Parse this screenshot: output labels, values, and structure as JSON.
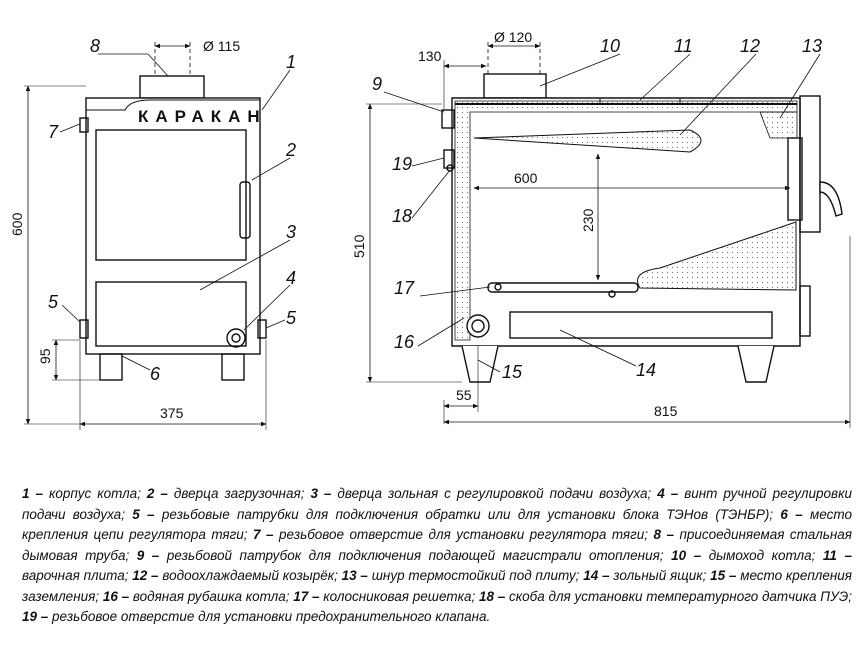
{
  "front": {
    "brand": "КАРАКАН",
    "chimney_diameter": "Ø 115",
    "width": "375",
    "height": "600",
    "leg_height": "95",
    "labels": [
      "8",
      "1",
      "7",
      "2",
      "3",
      "4",
      "5",
      "5",
      "6"
    ]
  },
  "side": {
    "chimney_diameter": "Ø 120",
    "offset_top": "130",
    "firebox_length": "600",
    "firebox_height": "230",
    "total_height": "510",
    "offset_bottom": "55",
    "total_length": "815",
    "labels": [
      "10",
      "11",
      "12",
      "13",
      "9",
      "19",
      "18",
      "17",
      "16",
      "15",
      "14"
    ]
  },
  "legend": [
    {
      "num": "1",
      "text": "корпус котла;"
    },
    {
      "num": "2",
      "text": "дверца загрузочная;"
    },
    {
      "num": "3",
      "text": "дверца зольная с регулировкой подачи воздуха;"
    },
    {
      "num": "4",
      "text": "винт ручной регулировки подачи воздуха;"
    },
    {
      "num": "5",
      "text": "резьбовые патрубки для подключения обратки или для установки блока ТЭНов (ТЭНБР);"
    },
    {
      "num": "6",
      "text": "место крепления цепи регулятора тяги;"
    },
    {
      "num": "7",
      "text": "резьбовое отверстие для установки регулятора тяги;"
    },
    {
      "num": "8",
      "text": "присоединяемая стальная дымовая труба;"
    },
    {
      "num": "9",
      "text": "резьбовой патрубок для подключения подающей магистрали отопления;"
    },
    {
      "num": "10",
      "text": "дымоход котла;"
    },
    {
      "num": "11",
      "text": "варочная плита;"
    },
    {
      "num": "12",
      "text": "водоохлаждаемый козырёк;"
    },
    {
      "num": "13",
      "text": "шнур термостойкий под плиту;"
    },
    {
      "num": "14",
      "text": "зольный ящик;"
    },
    {
      "num": "15",
      "text": "место крепления заземления;"
    },
    {
      "num": "16",
      "text": "водяная рубашка котла;"
    },
    {
      "num": "17",
      "text": "колосниковая решетка;"
    },
    {
      "num": "18",
      "text": "скоба для установки температурного датчика ПУЭ;"
    },
    {
      "num": "19",
      "text": "резьбовое отверстие для установки предохранительного клапана."
    }
  ]
}
